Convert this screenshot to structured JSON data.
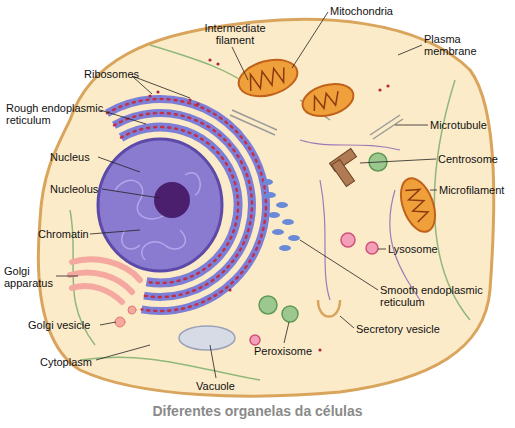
{
  "diagram": {
    "caption": "Diferentes organelas da células",
    "labels": [
      "Mitochondria",
      "Intermediate filament",
      "Plasma membrane",
      "Ribosomes",
      "Rough endoplasmic reticulum",
      "Microtubule",
      "Nucleus",
      "Centrosome",
      "Nucleolus",
      "Microfilament",
      "Chromatin",
      "Lysosome",
      "Golgi apparatus",
      "Smooth endoplasmic reticulum",
      "Secretory vesicle",
      "Golgi vesicle",
      "Peroxisome",
      "Cytoplasm",
      "Vacuole"
    ]
  }
}
